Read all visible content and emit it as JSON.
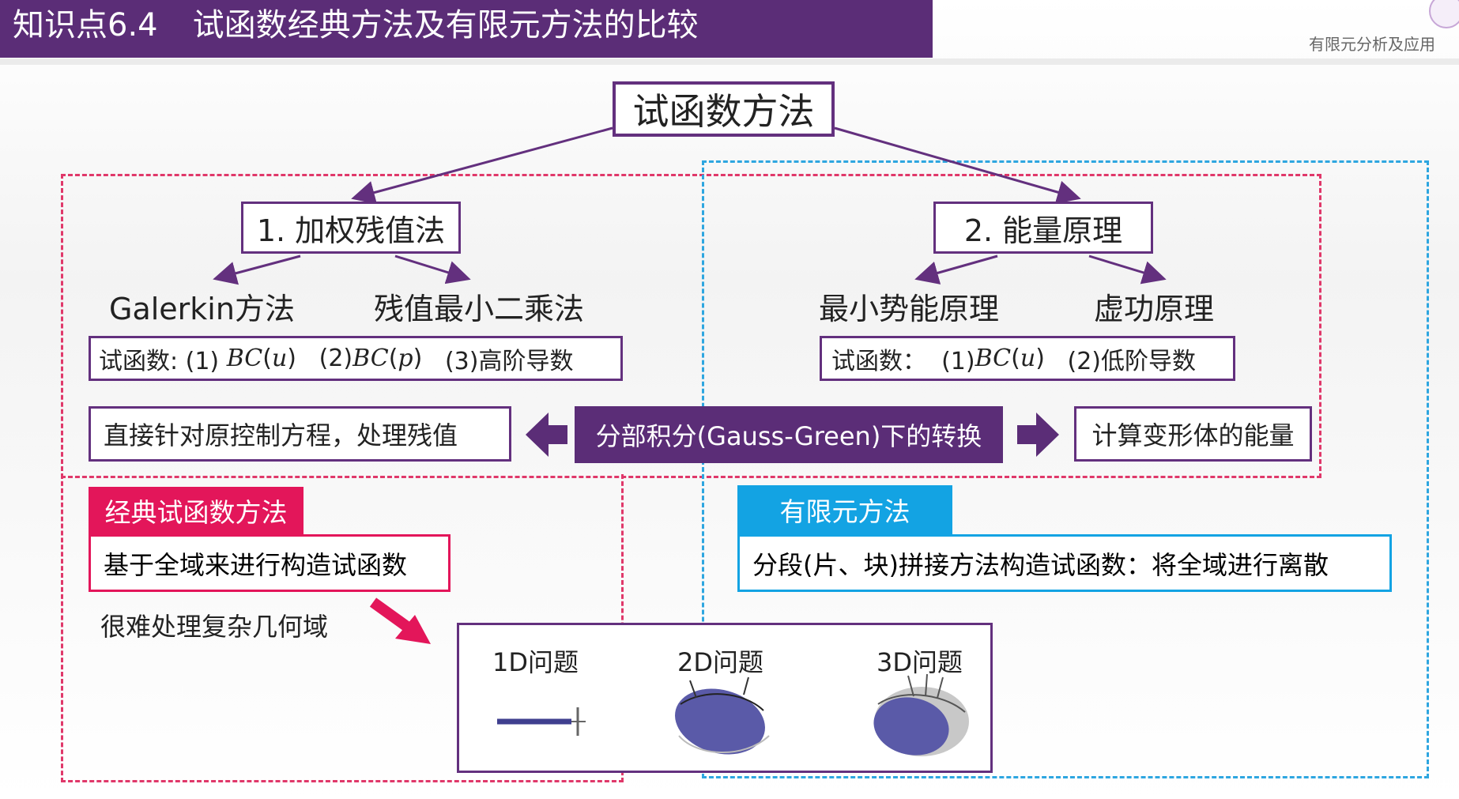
{
  "header": {
    "section_number": "知识点6.4",
    "title": "试函数经典方法及有限元方法的比较",
    "brand": "有限元分析及应用"
  },
  "diagram": {
    "root": "试函数方法",
    "branch_weighted": {
      "title": "1. 加权残值法",
      "methods": [
        "Galerkin方法",
        "残值最小二乘法"
      ],
      "trial_prefix": "试函数: (1) ",
      "trial_bc1": "BC",
      "trial_u1": "u",
      "trial_mid": "   (2)",
      "trial_bc2": "BC",
      "trial_p": "p",
      "trial_end": "   (3)高阶导数",
      "direct": "直接针对原控制方程，处理残值"
    },
    "branch_energy": {
      "title": "2. 能量原理",
      "methods": [
        "最小势能原理",
        "虚功原理"
      ],
      "trial_prefix": "试函数：  (1)",
      "trial_bc": "BC",
      "trial_u": "u",
      "trial_end": "   (2)低阶导数",
      "energy": "计算变形体的能量"
    },
    "transform": "分部积分(Gauss-Green)下的转换",
    "classical": {
      "tag": "经典试函数方法",
      "desc": "基于全域来进行构造试函数",
      "note": "很难处理复杂几何域"
    },
    "fem": {
      "tag": "有限元方法",
      "desc": "分段(片、块)拼接方法构造试函数：将全域进行离散"
    },
    "problems": [
      "1D问题",
      "2D问题",
      "3D问题"
    ]
  },
  "colors": {
    "purple": "#5b2d77",
    "box_border": "#63307e",
    "pink": "#e3165a",
    "blue": "#13a3e3"
  }
}
